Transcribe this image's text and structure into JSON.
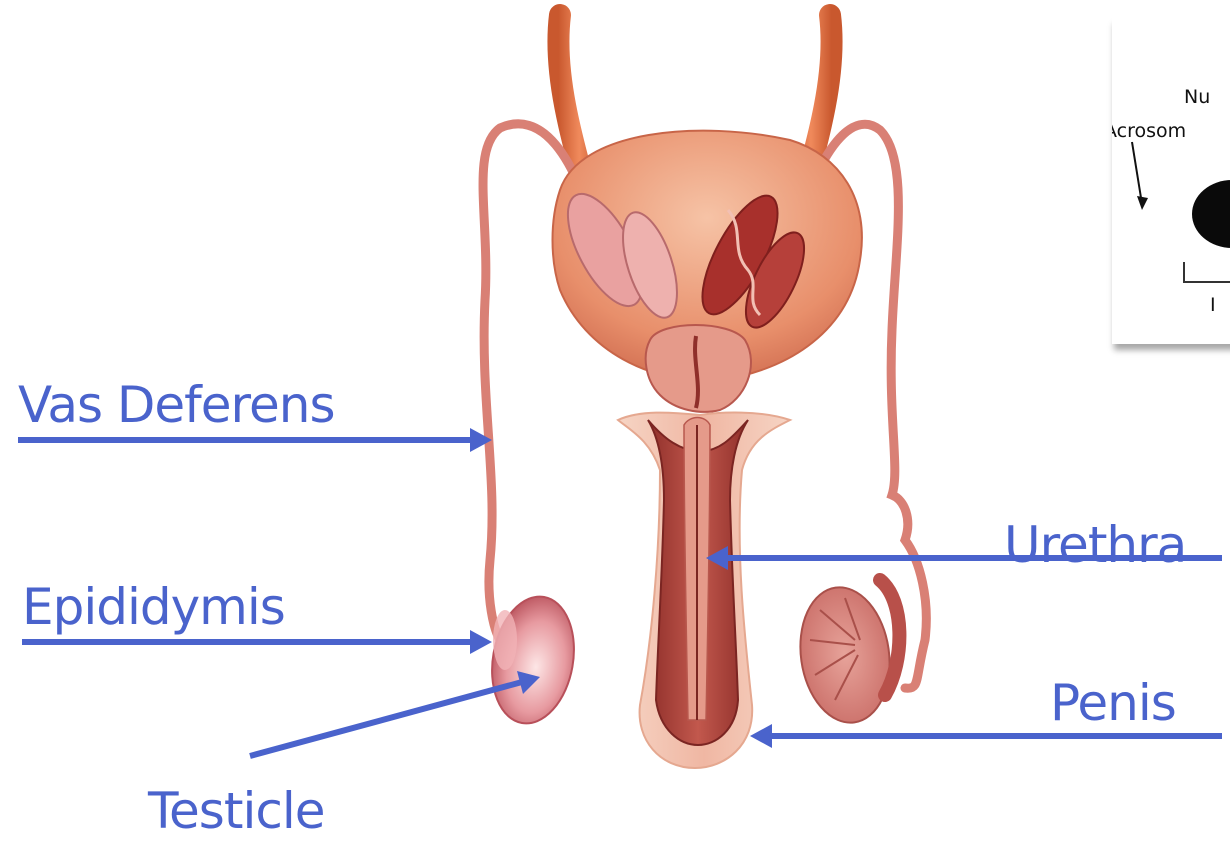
{
  "labels": {
    "vas_deferens": "Vas Deferens",
    "epididymis": "Epididymis",
    "urethra": "Urethra",
    "penis": "Penis",
    "testicle": "Testicle"
  },
  "inset": {
    "nucleus_partial": "Nu",
    "acrosome_partial": "Acrosom",
    "bottom_partial": "I"
  },
  "colors": {
    "label_text": "#4a63cc",
    "arrow": "#4a63cc",
    "tissue_light": "#f3c6b4",
    "tissue_mid": "#e58a74",
    "tissue_dark": "#b8453a",
    "duct": "#d98075"
  }
}
